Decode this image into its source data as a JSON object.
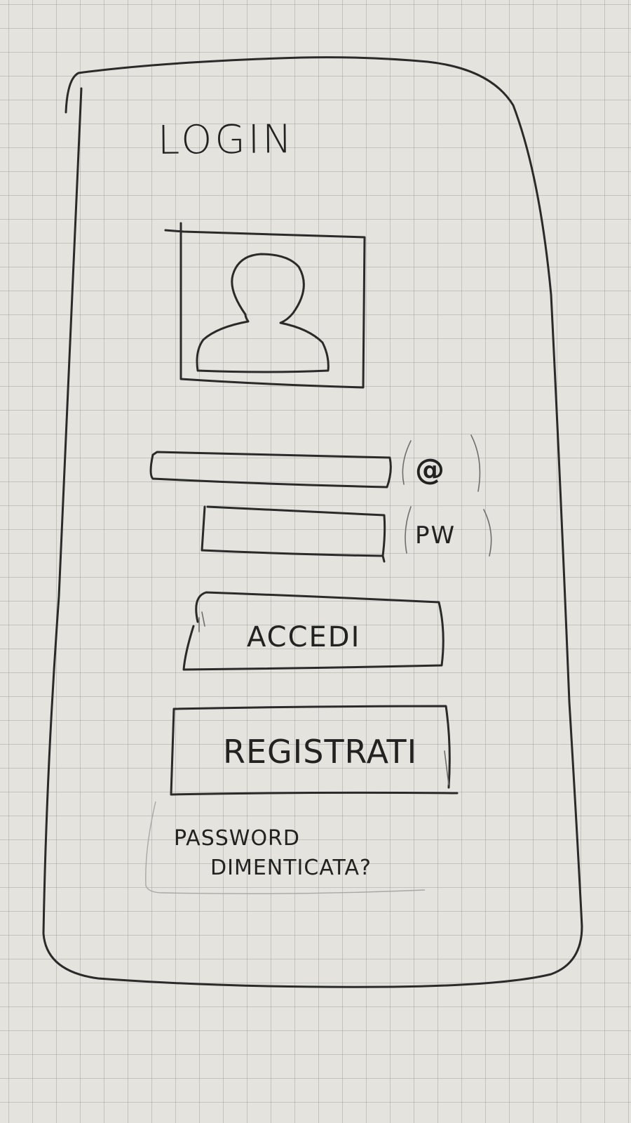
{
  "screen": {
    "title": "LOGIN"
  },
  "avatar": {
    "icon": "user-silhouette-icon"
  },
  "email": {
    "icon_glyph": "@",
    "icon": "at-sign-icon",
    "value": ""
  },
  "password": {
    "label": "PW",
    "value": ""
  },
  "buttons": {
    "login_label": "ACCEDI",
    "register_label": "REGISTRATI"
  },
  "forgot_password": {
    "line1": "PASSWORD",
    "line2": "DIMENTICATA?"
  },
  "colors": {
    "ink": "#2a2a2a",
    "paper": "#e4e3de",
    "grid": "#8c8c8c"
  }
}
